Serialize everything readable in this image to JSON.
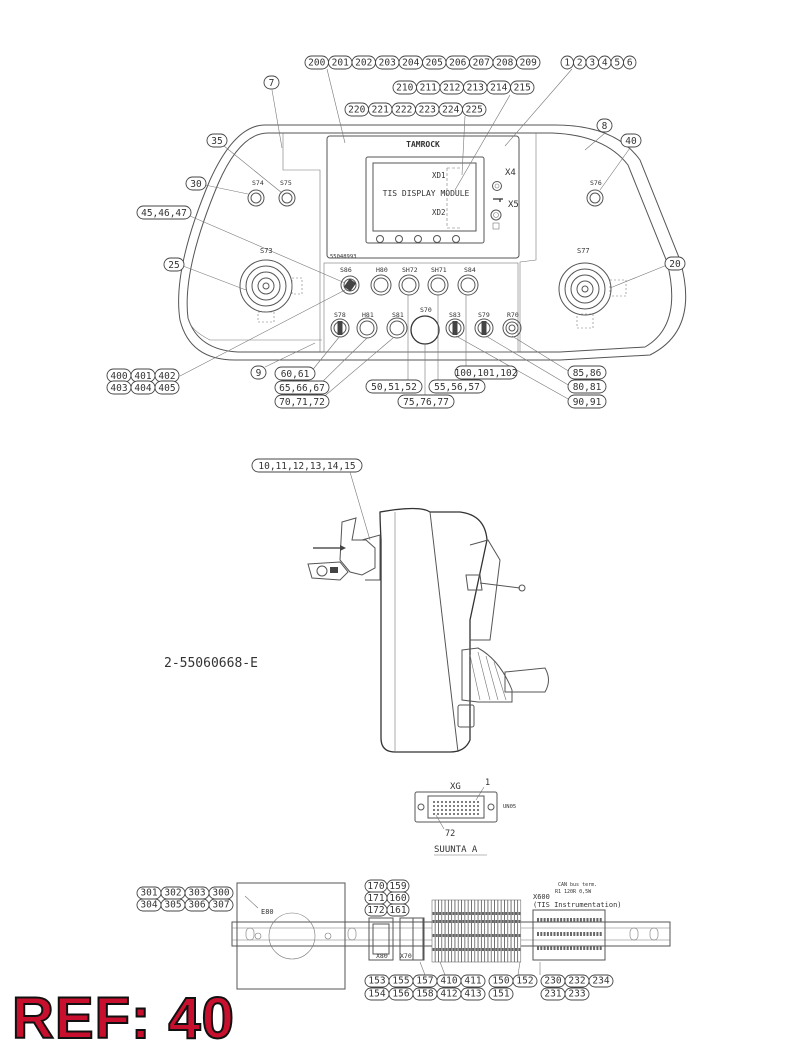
{
  "ref_label": "REF: 40",
  "drawing_number": "2-55060668-E",
  "brand": "TAMROCK",
  "panel_part_number": "55048993",
  "display_module_label": "TIS DISPLAY MODULE",
  "connectors": {
    "xd1": "XD1",
    "xd2": "XD2",
    "x4": "X4",
    "x5": "X5"
  },
  "switch_labels": {
    "s74": "S74",
    "s75": "S75",
    "s76": "S76",
    "s73": "S73",
    "s77": "S77",
    "s86": "S86",
    "h80": "H80",
    "sh72": "SH72",
    "sh71": "SH71",
    "s84": "S84",
    "s78": "S78",
    "h81": "H81",
    "s81": "S81",
    "s70": "S70",
    "s83": "S83",
    "s79": "S79",
    "r70": "R70"
  },
  "callouts_top": {
    "row1": [
      "200",
      "201",
      "202",
      "203",
      "204",
      "205",
      "206",
      "207",
      "208",
      "209"
    ],
    "row2": [
      "210",
      "211",
      "212",
      "213",
      "214",
      "215"
    ],
    "row3": [
      "220",
      "221",
      "222",
      "223",
      "224",
      "225"
    ],
    "right": [
      "1",
      "2",
      "3",
      "4",
      "5",
      "6"
    ]
  },
  "callouts_panel": {
    "c7": "7",
    "c8": "8",
    "c35": "35",
    "c40": "40",
    "c30": "30",
    "c45": "45,46,47",
    "c25": "25",
    "c20": "20",
    "c9": "9",
    "c400": [
      "400",
      "401",
      "402"
    ],
    "c403": [
      "403",
      "404",
      "405"
    ],
    "c60": "60,61",
    "c65": "65,66,67",
    "c70": "70,71,72",
    "c50": "50,51,52",
    "c55": "55,56,57",
    "c75": "75,76,77",
    "c100": "100,101,102",
    "c85": "85,86",
    "c80": "80,81",
    "c90": "90,91"
  },
  "side_view": {
    "callout": "10,11,12,13,14,15"
  },
  "connector_view": {
    "label": "XG",
    "pin_first": "1",
    "pin_last": "72",
    "code": "UN05",
    "caption": "SUUNTA A"
  },
  "rail": {
    "left_calls_1": [
      "301",
      "302",
      "303",
      "300"
    ],
    "left_calls_2": [
      "304",
      "305",
      "306",
      "307"
    ],
    "e80": "E80",
    "c170": [
      "170",
      "159"
    ],
    "c171": [
      "171",
      "160"
    ],
    "c172": [
      "172",
      "161"
    ],
    "x80": "X80",
    "x70": "X70",
    "x600": "X600",
    "x600_note": "(TIS Instrumentation)",
    "can_note": "CAN bus term.",
    "r1_note": "R1 120R 0,5W",
    "bottom1": [
      "153",
      "155",
      "157",
      "410",
      "411",
      "150",
      "152",
      "230",
      "232",
      "234"
    ],
    "bottom2": [
      "154",
      "156",
      "158",
      "412",
      "413",
      "151",
      "231",
      "233"
    ]
  }
}
